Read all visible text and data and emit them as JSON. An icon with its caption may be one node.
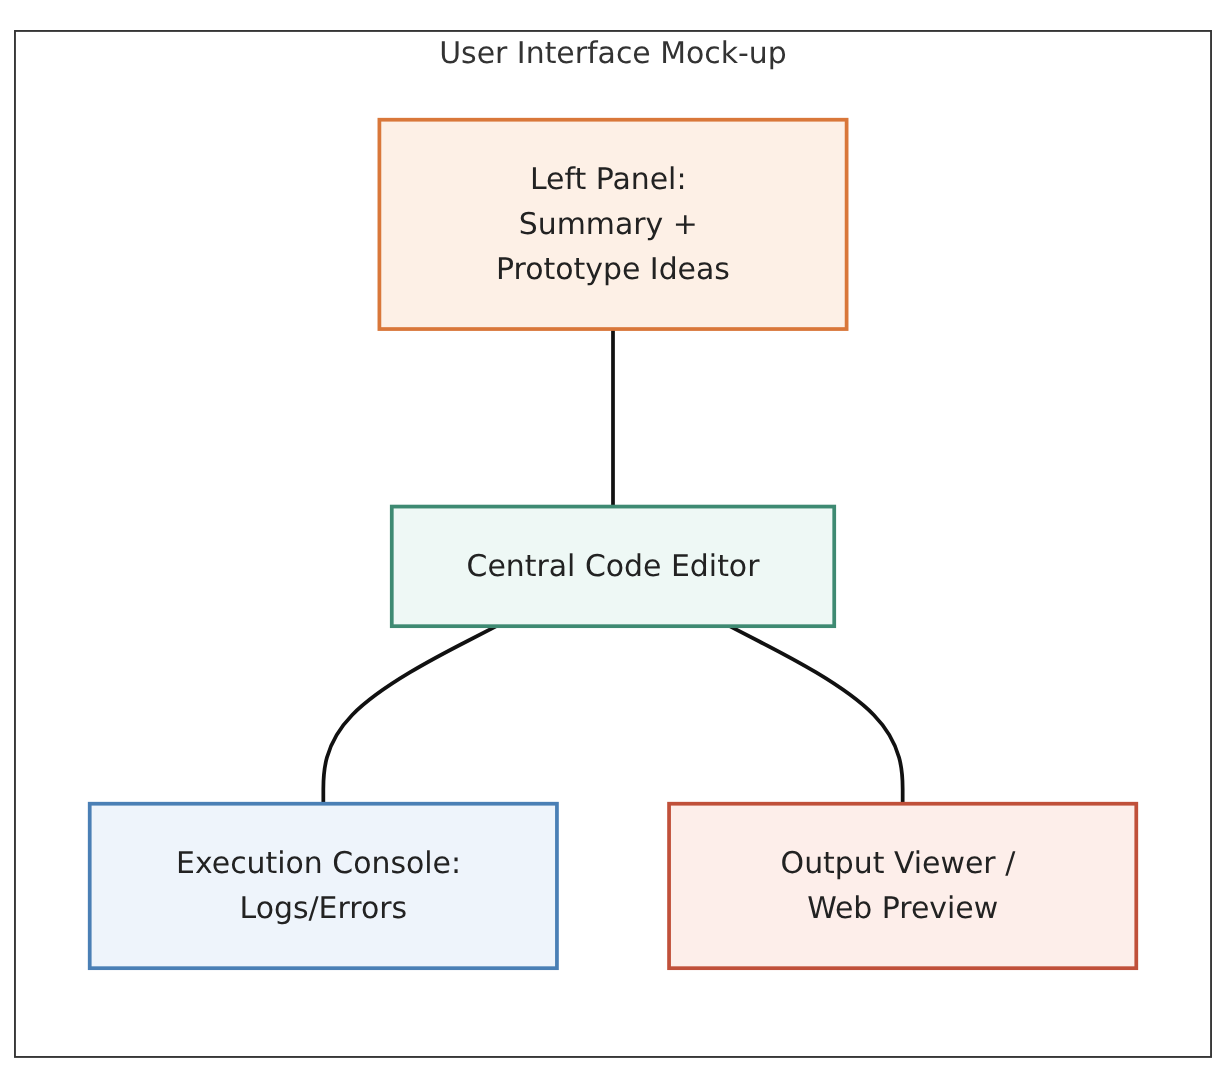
{
  "diagram": {
    "nodes": [
      {
        "text": [
          "User Interface Mock-up"
        ]
      },
      {
        "text": [
          "Left Panel: Summary + Prototype Ideas"
        ],
        "in": 0
      },
      {
        "text": [
          "Central Code Editor"
        ],
        "in": 0
      },
      {
        "text": [
          "Execution Console: Logs/Errors"
        ],
        "in": 0
      },
      {
        "text": [
          "Output Viewer / Web Preview"
        ],
        "in": 0
      }
    ],
    "edges": [
      {
        "from": 1,
        "to": 2,
        "arrow": "none"
      },
      {
        "from": 2,
        "to": 3,
        "arrow": "none"
      },
      {
        "from": 2,
        "to": 4,
        "arrow": "none"
      }
    ]
  }
}
